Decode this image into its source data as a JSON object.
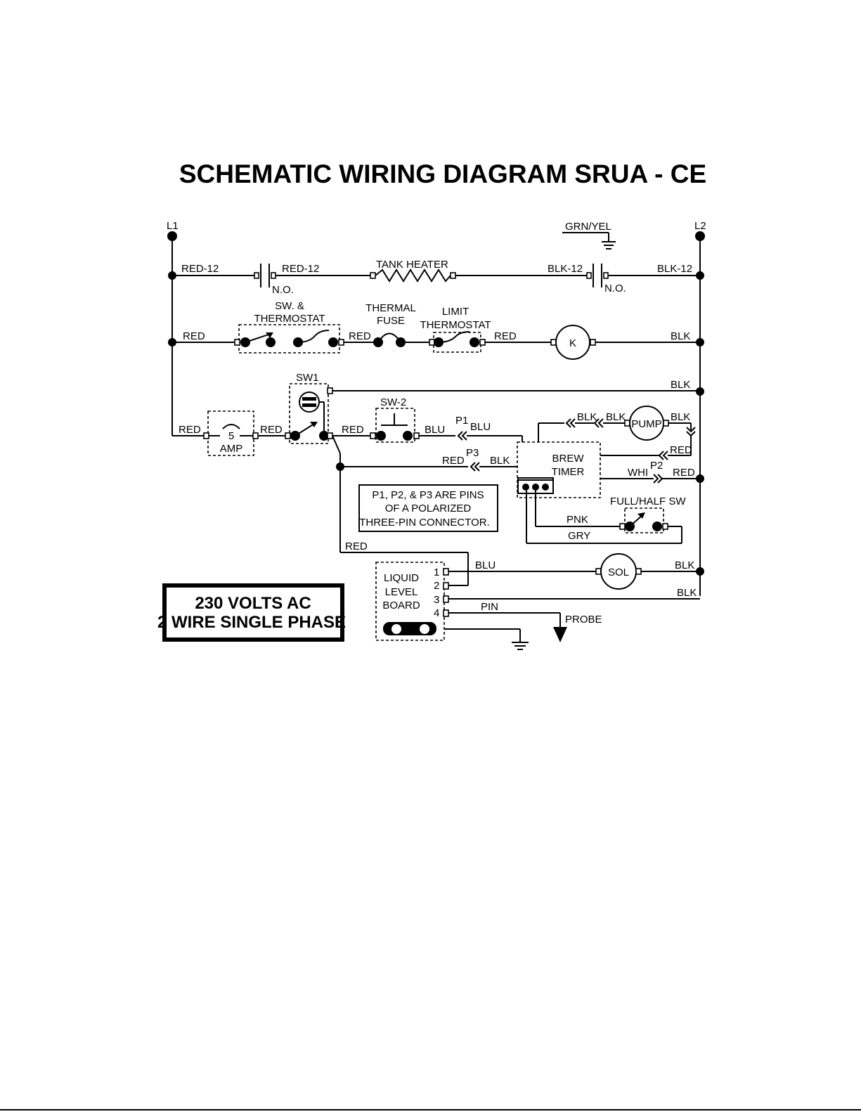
{
  "title": "SCHEMATIC WIRING DIAGRAM SRUA - CE",
  "terminals": {
    "l1": "L1",
    "l2": "L2",
    "ground": "GRN/YEL"
  },
  "wires": {
    "red": "RED",
    "red12": "RED-12",
    "blk": "BLK",
    "blk12": "BLK-12",
    "blu": "BLU",
    "whi": "WHI",
    "pnk": "PNK",
    "gry": "GRY",
    "pin": "PIN"
  },
  "components": {
    "normally_open": "N.O.",
    "tank_heater": "TANK HEATER",
    "sw_thermostat_line1": "SW. &",
    "sw_thermostat_line2": "THERMOSTAT",
    "thermal_fuse_line1": "THERMAL",
    "thermal_fuse_line2": "FUSE",
    "limit_thermostat_line1": "LIMIT",
    "limit_thermostat_line2": "THERMOSTAT",
    "contactor": "K",
    "sw1": "SW1",
    "sw2": "SW-2",
    "fuse_rating": "5",
    "fuse_unit": "AMP",
    "pump": "PUMP",
    "brew_timer_line1": "BREW",
    "brew_timer_line2": "TIMER",
    "full_half_sw": "FULL/HALF SW",
    "solenoid": "SOL",
    "liquid_level_line1": "LIQUID",
    "liquid_level_line2": "LEVEL",
    "liquid_level_line3": "BOARD",
    "probe": "PROBE",
    "pin1": "1",
    "pin2": "2",
    "pin3": "3",
    "pin4": "4"
  },
  "connector_pins": {
    "p1": "P1",
    "p2": "P2",
    "p3": "P3"
  },
  "note": {
    "line1": "P1, P2, & P3 ARE PINS",
    "line2": "OF A POLARIZED",
    "line3": "THREE-PIN CONNECTOR."
  },
  "voltage_box": {
    "line1": "230 VOLTS AC",
    "line2": "2 WIRE SINGLE PHASE"
  }
}
